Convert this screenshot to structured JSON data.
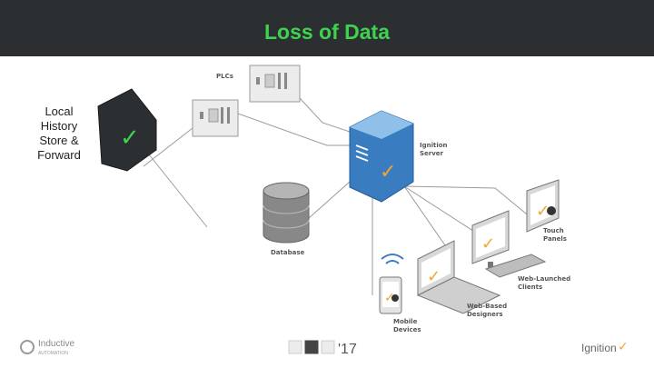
{
  "slide": {
    "title": "Loss of Data",
    "side_text": "Local History Store & Forward"
  },
  "diagram": {
    "plcs": "PLCs",
    "server": [
      "Ignition",
      "Server"
    ],
    "database": "Database",
    "touch": [
      "Touch",
      "Panels"
    ],
    "web_clients": [
      "Web-Launched",
      "Clients"
    ],
    "designers": [
      "Web-Based",
      "Designers"
    ],
    "mobile": [
      "Mobile",
      "Devices"
    ]
  },
  "footer": {
    "left_logo": "Inductive",
    "left_sub": "AUTOMATION",
    "center_text": "'17",
    "right_logo": "Ignition"
  },
  "colors": {
    "header_bg": "#2b2f31",
    "title_green": "#3fd24e",
    "server_blue": "#3a7cc0",
    "check_orange": "#f3a532"
  }
}
